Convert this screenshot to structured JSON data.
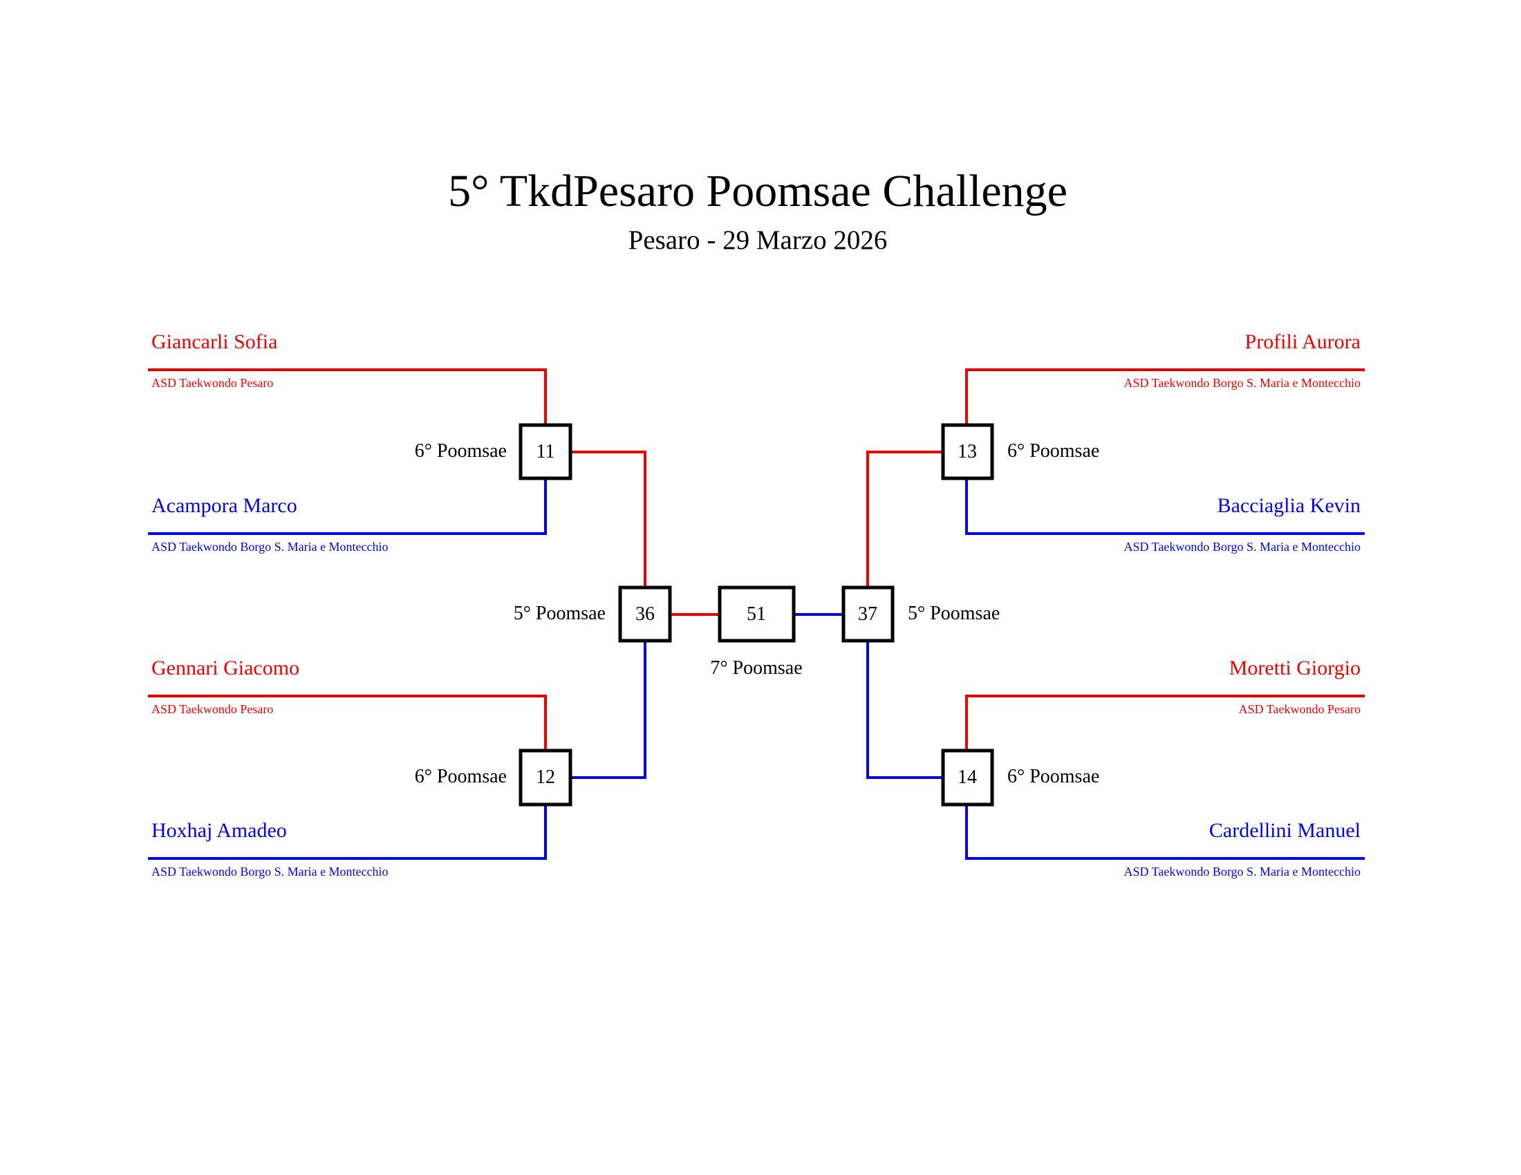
{
  "header": {
    "title": "5° TkdPesaro Poomsae Challenge",
    "subtitle": "Pesaro - 29 Marzo 2026"
  },
  "colors": {
    "red": "#ee0000",
    "blue": "#0000ee"
  },
  "athletes": {
    "giancarli": {
      "name": "Giancarli Sofia",
      "club": "ASD Taekwondo Pesaro"
    },
    "acampora": {
      "name": "Acampora Marco",
      "club": "ASD Taekwondo Borgo S. Maria e Montecchio"
    },
    "gennari": {
      "name": "Gennari Giacomo",
      "club": "ASD Taekwondo Pesaro"
    },
    "hoxhaj": {
      "name": "Hoxhaj Amadeo",
      "club": "ASD Taekwondo Borgo S. Maria e Montecchio"
    },
    "profili": {
      "name": "Profili Aurora",
      "club": "ASD Taekwondo Borgo S. Maria e Montecchio"
    },
    "bacciaglia": {
      "name": "Bacciaglia Kevin",
      "club": "ASD Taekwondo Borgo S. Maria e Montecchio"
    },
    "moretti": {
      "name": "Moretti Giorgio",
      "club": "ASD Taekwondo Pesaro"
    },
    "cardellini": {
      "name": "Cardellini Manuel",
      "club": "ASD Taekwondo Borgo S. Maria e Montecchio"
    }
  },
  "matches": {
    "m11": {
      "number": "11",
      "poomsae": "6° Poomsae"
    },
    "m12": {
      "number": "12",
      "poomsae": "6° Poomsae"
    },
    "m13": {
      "number": "13",
      "poomsae": "6° Poomsae"
    },
    "m14": {
      "number": "14",
      "poomsae": "6° Poomsae"
    },
    "m36": {
      "number": "36",
      "poomsae": "5° Poomsae"
    },
    "m37": {
      "number": "37",
      "poomsae": "5° Poomsae"
    },
    "m51": {
      "number": "51",
      "poomsae": "7° Poomsae"
    }
  }
}
